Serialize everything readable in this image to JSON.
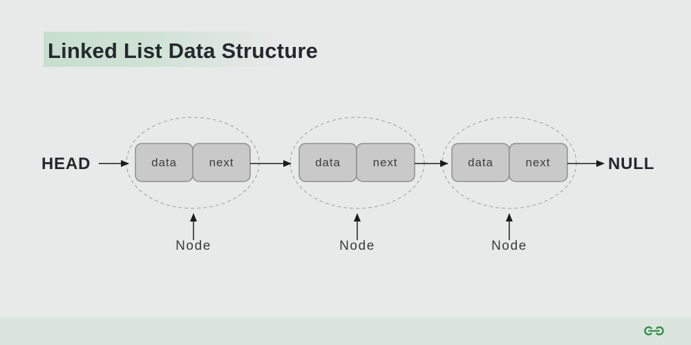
{
  "title": {
    "text": "Linked List Data Structure"
  },
  "endpoints": {
    "head": "HEAD",
    "null": "NULL"
  },
  "nodes": [
    {
      "data_label": "data",
      "next_label": "next",
      "caption": "Node"
    },
    {
      "data_label": "data",
      "next_label": "next",
      "caption": "Node"
    },
    {
      "data_label": "data",
      "next_label": "next",
      "caption": "Node"
    }
  ],
  "branding": {
    "logo_icon": "geeksforgeeks-logo"
  },
  "colors": {
    "background": "#e8e9e9",
    "footer_bar": "#dbe5dd",
    "brand_green": "#2f8d46",
    "title_highlight": "#c7dfce",
    "title_text": "#25292e",
    "node_box_fill": "#c9c9c9",
    "node_box_border": "#8d8d8d",
    "ellipse_stroke": "#9b9b9b",
    "arrow": "#1c1c1c"
  }
}
